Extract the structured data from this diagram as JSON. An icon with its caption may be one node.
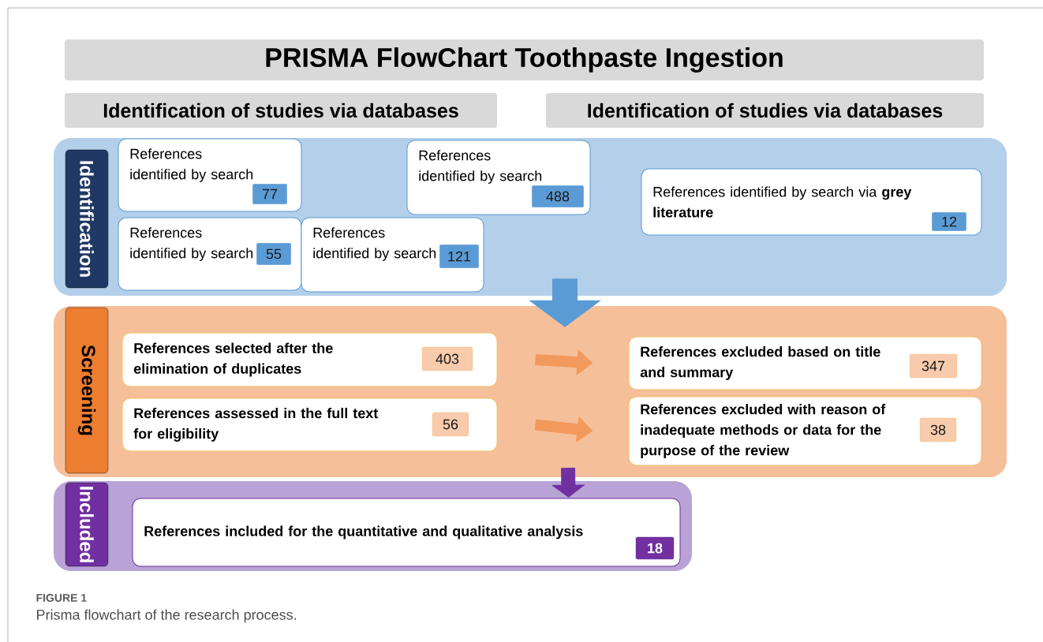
{
  "diagram": {
    "title": "PRISMA FlowChart Toothpaste Ingestion",
    "caption": "Prisma flowchart of the research process.",
    "nodes": [
      {
        "text": [
          "Identification of studies via databases"
        ]
      },
      {
        "text": [
          "Identification of studies via databases"
        ]
      },
      {
        "text": [
          "Identification"
        ]
      },
      {
        "text": [
          "References identified by search",
          "77"
        ],
        "in": 2
      },
      {
        "text": [
          "References identified by search",
          "488"
        ],
        "in": 2
      },
      {
        "text": [
          "References identified by search via **grey literature**",
          "12"
        ],
        "in": 2
      },
      {
        "text": [
          "References identified by search",
          "55"
        ],
        "in": 2
      },
      {
        "text": [
          "References identified by search",
          "121"
        ],
        "in": 2
      },
      {
        "text": [
          "Screening"
        ]
      },
      {
        "text": [
          "References selected after the elimination of duplicates",
          "403"
        ],
        "in": 8
      },
      {
        "text": [
          "References excluded based on title and summary",
          "347"
        ],
        "in": 8
      },
      {
        "text": [
          "References assessed in the full text for eligibility",
          "56"
        ],
        "in": 8
      },
      {
        "text": [
          "References excluded with reason of inadequate methods or data for the purpose of the review",
          "38"
        ],
        "in": 8
      },
      {
        "text": [
          "Included"
        ]
      },
      {
        "text": [
          "References included for the quantitative and qualitative analysis",
          "18"
        ],
        "in": 13
      }
    ],
    "edges": [
      {
        "from": 2,
        "to": 8,
        "arrow": "to",
        "style": "thick",
        "color": "#5b9bd5"
      },
      {
        "from": 9,
        "to": 10,
        "arrow": "to",
        "color": "#f19a5c"
      },
      {
        "from": 11,
        "to": 12,
        "arrow": "to",
        "color": "#f19a5c"
      },
      {
        "from": 8,
        "to": 13,
        "arrow": "to",
        "color": "#7030a0"
      }
    ],
    "labels": [
      "FIGURE 1"
    ]
  }
}
